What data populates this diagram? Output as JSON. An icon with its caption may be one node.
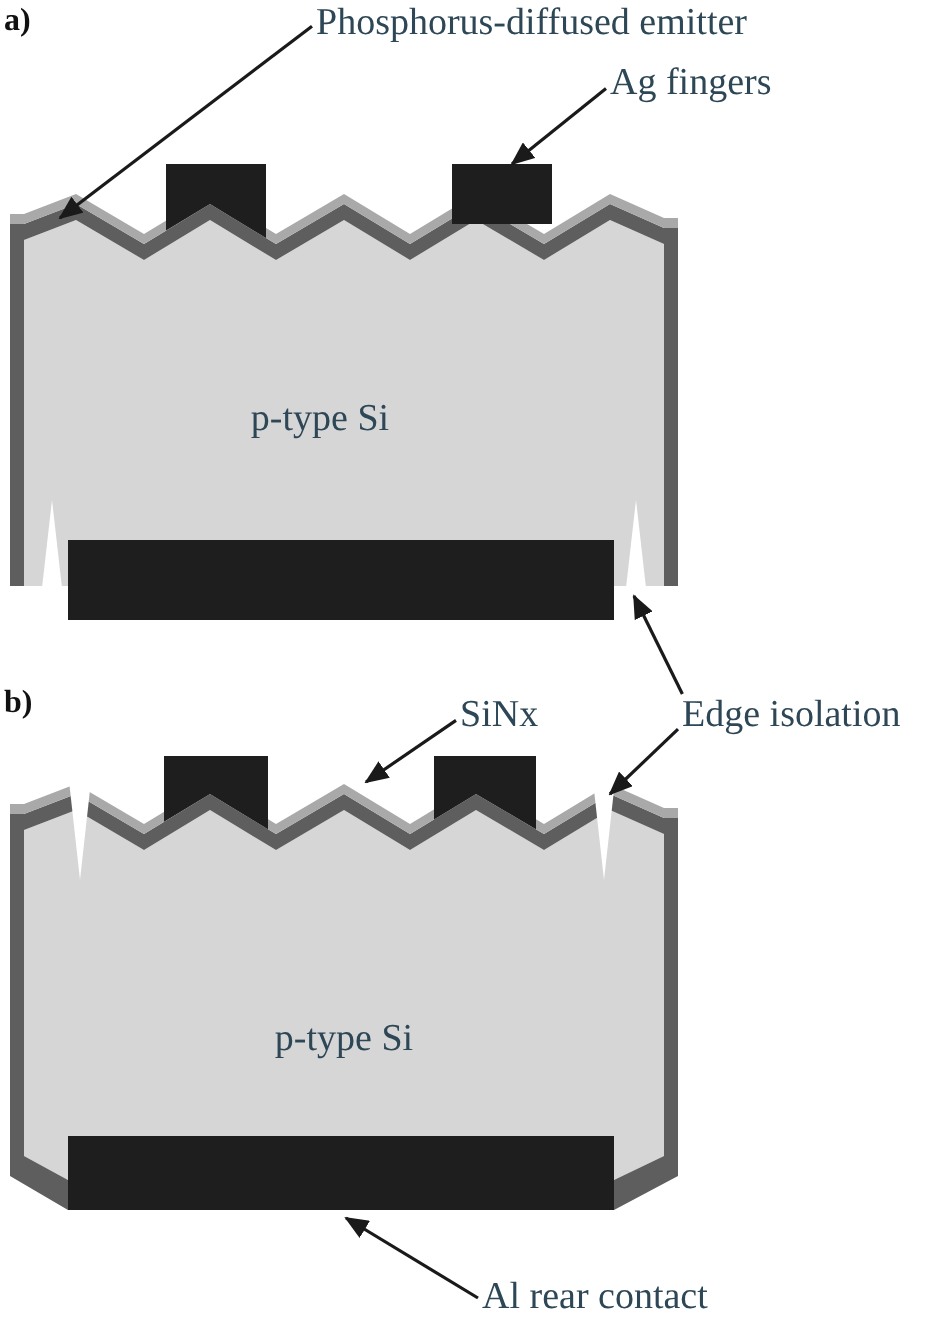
{
  "diagram": {
    "nodes": [
      {
        "text": [
          "Phosphorus-diffused emitter"
        ]
      },
      {
        "text": [
          "Ag fingers"
        ]
      },
      {
        "text": [
          "Edge isolation"
        ]
      },
      {
        "text": [
          "SiNx"
        ]
      },
      {
        "text": [
          "Al rear contact"
        ]
      },
      {
        "text": [],
        "shape": "band"
      },
      {
        "text": [],
        "shape": "box"
      },
      {
        "text": [],
        "shape": "groove"
      },
      {
        "text": [],
        "shape": "band"
      },
      {
        "text": [],
        "shape": "groove"
      },
      {
        "text": [],
        "shape": "box"
      }
    ],
    "edges": [
      {
        "from": 0,
        "to": 5,
        "arrow": "to"
      },
      {
        "from": 1,
        "to": 6,
        "arrow": "to"
      },
      {
        "from": 2,
        "to": 7,
        "arrow": "to"
      },
      {
        "from": 2,
        "to": 9,
        "arrow": "to"
      },
      {
        "from": 3,
        "to": 8,
        "arrow": "to"
      },
      {
        "from": 4,
        "to": 10,
        "arrow": "to"
      }
    ],
    "labels": [
      "a)",
      "p-type Si",
      "b)",
      "p-type Si"
    ]
  }
}
